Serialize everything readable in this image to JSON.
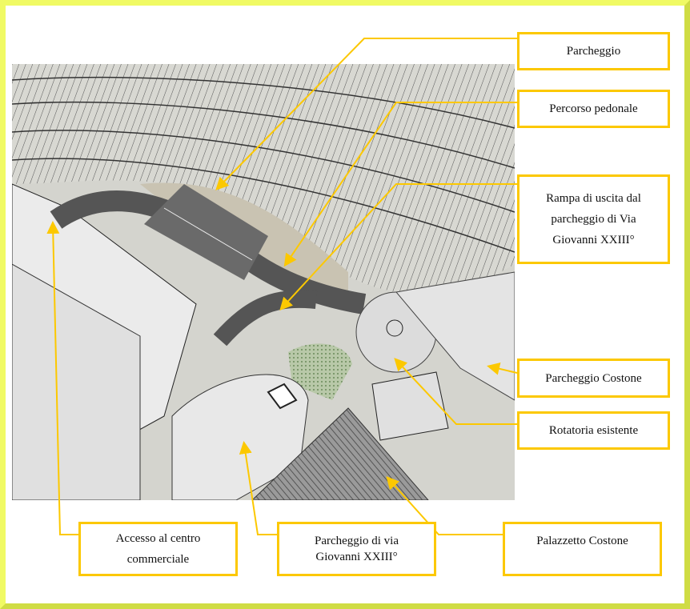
{
  "labels": {
    "parcheggio": "Parcheggio",
    "percorso": "Percorso pedonale",
    "rampa": "Rampa di uscita dal parcheggio di Via Giovanni XXIII°",
    "parcheggio_costone": "Parcheggio Costone",
    "rotatoria": "Rotatoria esistente",
    "accesso": "Accesso al centro commerciale",
    "parcheggio_via": "Parcheggio di via Giovanni XXIII°",
    "palazzetto": "Palazzetto Costone"
  },
  "colors": {
    "callout": "#fcc800",
    "frame": "#f0fa64"
  }
}
